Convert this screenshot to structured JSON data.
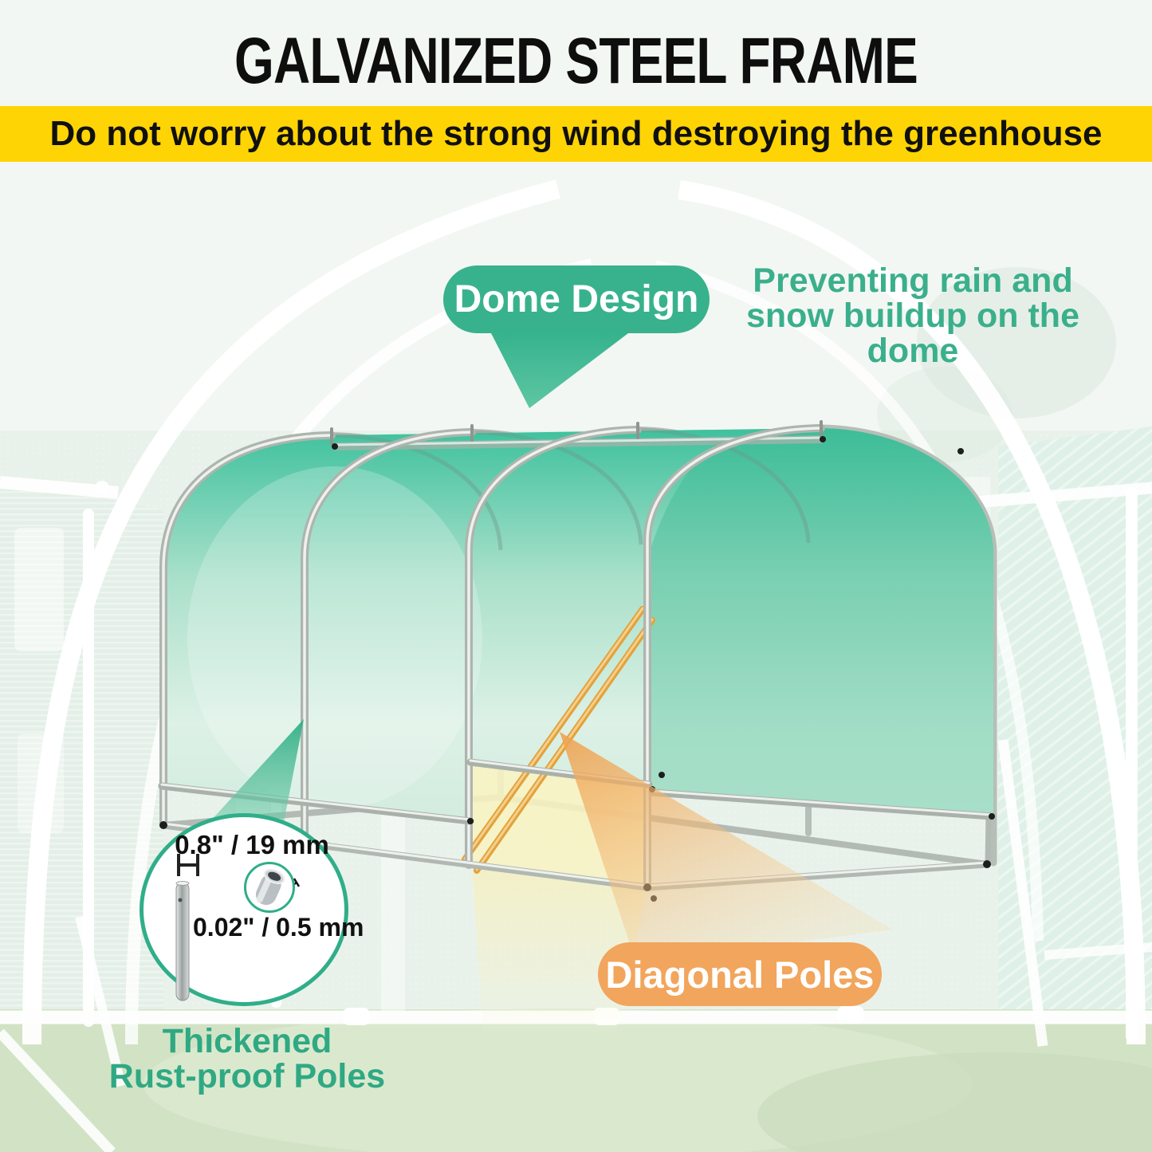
{
  "page": {
    "title": "GALVANIZED STEEL FRAME"
  },
  "banner": {
    "text": "Do not worry about the strong wind destroying the greenhouse"
  },
  "callouts": {
    "dome": {
      "label": "Dome Design"
    },
    "rain": {
      "line1": "Preventing rain and",
      "line2": "snow buildup on the dome"
    },
    "diagonal": {
      "label": "Diagonal Poles"
    },
    "poles": {
      "line1": "Thickened",
      "line2": "Rust-proof Poles"
    },
    "measure": {
      "outer_diameter": "0.8\" / 19 mm",
      "wall_thickness": "0.02\" / 0.5 mm"
    }
  },
  "colors": {
    "banner_yellow": "#FFD405",
    "teal_pill": "#38B28C",
    "teal_text": "#3BAF8C",
    "orange_pill": "#F2A55C",
    "diagonal_pole_orange": "#E2A23B",
    "cover_teal": "#3EC19D",
    "frame_silver": "#BCC2BD",
    "title_black": "#0E0E0E"
  }
}
